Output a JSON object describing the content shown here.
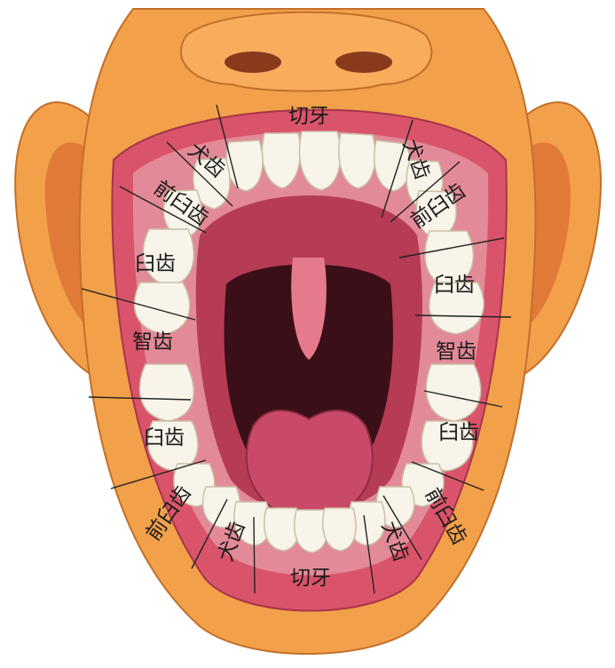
{
  "labels": {
    "incisor_top": "切牙",
    "incisor_bottom": "切牙",
    "canine_top_left": "犬齿",
    "canine_top_right": "犬齿",
    "canine_bottom_left": "犬齿",
    "canine_bottom_right": "犬齿",
    "premolar_top_left": "前臼齿",
    "premolar_top_right": "前臼齿",
    "premolar_bottom_left": "前臼齿",
    "premolar_bottom_right": "前臼齿",
    "molar_upper_left": "臼齿",
    "molar_upper_right": "臼齿",
    "molar_lower_left": "臼齿",
    "molar_lower_right": "臼齿",
    "wisdom_left": "智齿",
    "wisdom_right": "智齿"
  },
  "colors": {
    "skin": "#f2a04a",
    "skin_shadow": "#d9782c",
    "lip": "#d9546a",
    "gum": "#e38a98",
    "palate": "#b63b55",
    "throat": "#3a0f18",
    "tongue": "#c94a68",
    "tooth": "#f8f4ea"
  }
}
